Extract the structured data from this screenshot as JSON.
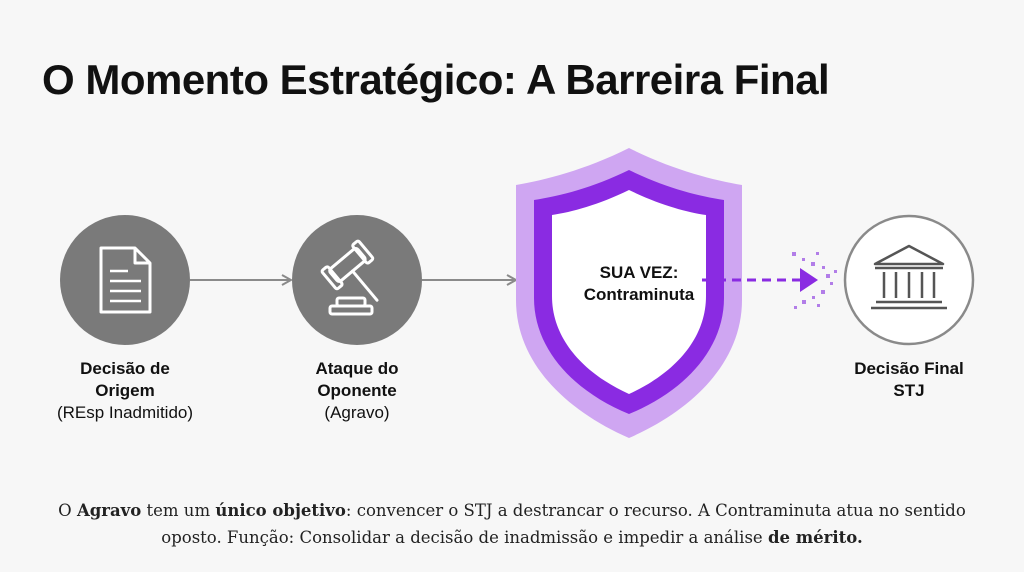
{
  "title": "O Momento Estratégico: A Barreira Final",
  "steps": [
    {
      "lines": [
        "Decisão de",
        "Origem"
      ],
      "sub": "(REsp Inadmitido)",
      "icon": "document-icon"
    },
    {
      "lines": [
        "Ataque do",
        "Oponente"
      ],
      "sub": "(Agravo)",
      "icon": "gavel-icon"
    },
    {
      "lines": [
        "SUA VEZ:",
        "Contraminuta"
      ],
      "icon": "shield-icon"
    },
    {
      "lines": [
        "Decisão Final",
        "STJ"
      ],
      "icon": "courthouse-icon"
    }
  ],
  "caption": {
    "part1": "O ",
    "b1": "Agravo",
    "part2": " tem um ",
    "b2": "único objetivo",
    "part3": ": convencer o STJ a destrancar o recurso. A Contraminuta atua no sentido oposto. Função: Consolidar a decisão de inadmissão e impedir a análise ",
    "b3": "de mérito."
  },
  "colors": {
    "circle_gray": "#7a7a7a",
    "shield_outer": "#cfa6f2",
    "shield_inner": "#8a2be2",
    "arrow_gray": "#8a8a8a",
    "arrow_purple": "#8a2be2"
  }
}
